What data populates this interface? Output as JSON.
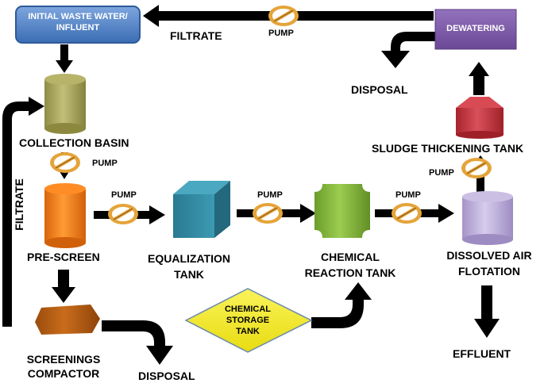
{
  "nodes": {
    "influent": "INITIAL WASTE WATER/ INFLUENT",
    "collection_basin": "COLLECTION BASIN",
    "pre_screen": "PRE-SCREEN",
    "screenings_compactor": "SCREENINGS COMPACTOR",
    "equalization_tank": "EQUALIZATION TANK",
    "chemical_storage_tank": "CHEMICAL STORAGE TANK",
    "chemical_reaction_tank": "CHEMICAL REACTION TANK",
    "dissolved_air_flotation": "DISSOLVED AIR FLOTATION",
    "sludge_thickening_tank": "SLUDGE THICKENING TANK",
    "dewatering": "DEWATERING",
    "effluent": "EFFLUENT"
  },
  "labels": {
    "pump": "PUMP",
    "filtrate": "FILTRATE",
    "disposal": "DISPOSAL"
  },
  "colors": {
    "influent_box": "#4f7fc4",
    "collection_basin": "#a6a35a",
    "pre_screen": "#f07a10",
    "screenings_compactor": "#b35a10",
    "equalization_tank": "#2f8aa0",
    "chemical_storage_tank": "#f5ec1a",
    "chemical_reaction_tank": "#7fb53a",
    "dissolved_air_flotation": "#b8a8d8",
    "sludge_thickening_tank": "#c0303a",
    "dewatering": "#7f5aa8",
    "arrow": "#000000",
    "pump_ring": "#e5a43a"
  }
}
